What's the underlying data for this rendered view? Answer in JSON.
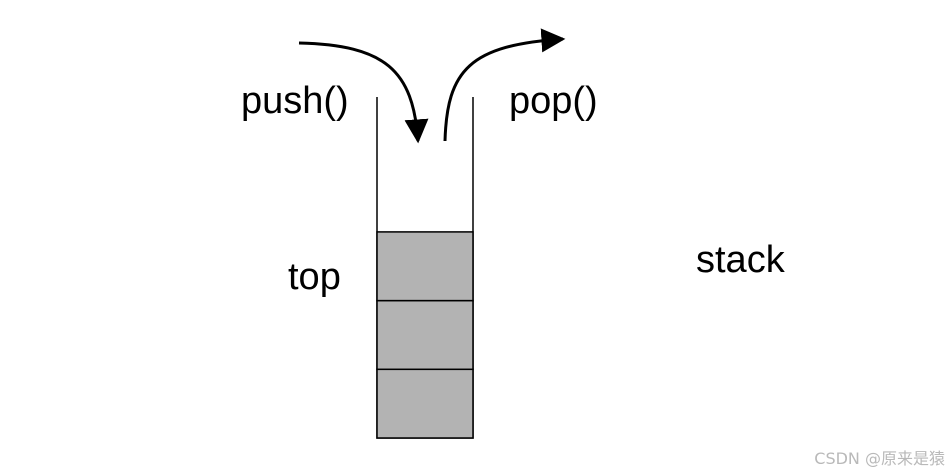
{
  "labels": {
    "push": "push()",
    "pop": "pop()",
    "top": "top",
    "stack": "stack"
  },
  "stack": {
    "element_count": 3
  },
  "colors": {
    "stack_element_fill": "#b3b3b3",
    "stroke": "#000000",
    "background": "#ffffff",
    "watermark": "#b9b9b9"
  },
  "watermark": "CSDN @原来是猿"
}
